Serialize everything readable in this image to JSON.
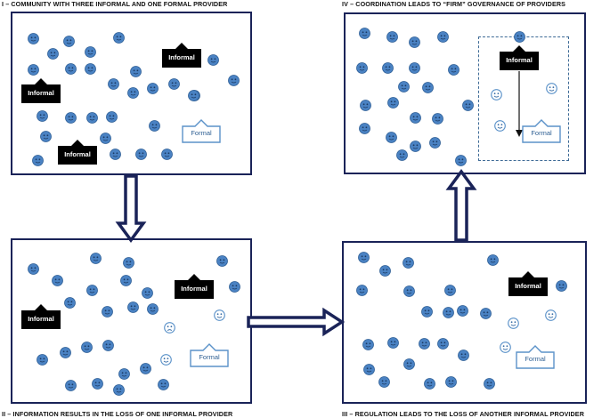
{
  "panels": {
    "p1": {
      "title": "I – COMMUNITY WITH THREE INFORMAL AND ONE FORMAL PROVIDER"
    },
    "p2": {
      "title": "II – INFORMATION RESULTS IN THE LOSS OF ONE INFORMAL PROVIDER"
    },
    "p3": {
      "title": "III – REGULATION LEADS TO THE LOSS OF ANOTHER INFORMAL PROVIDER"
    },
    "p4": {
      "title": "IV – COORDINATION LEADS TO “FIRM” GOVERNANCE OF PROVIDERS"
    }
  },
  "labels": {
    "informal": "Informal",
    "formal": "Formal"
  },
  "icons": {
    "community_member": "smiley-face-icon",
    "informal_provider": "black-house-icon",
    "formal_provider": "outlined-house-icon"
  },
  "colors": {
    "border": "#1a2358",
    "arrow": "#1a2358",
    "person": "#4a82c3",
    "formal": "#5b92c9"
  }
}
